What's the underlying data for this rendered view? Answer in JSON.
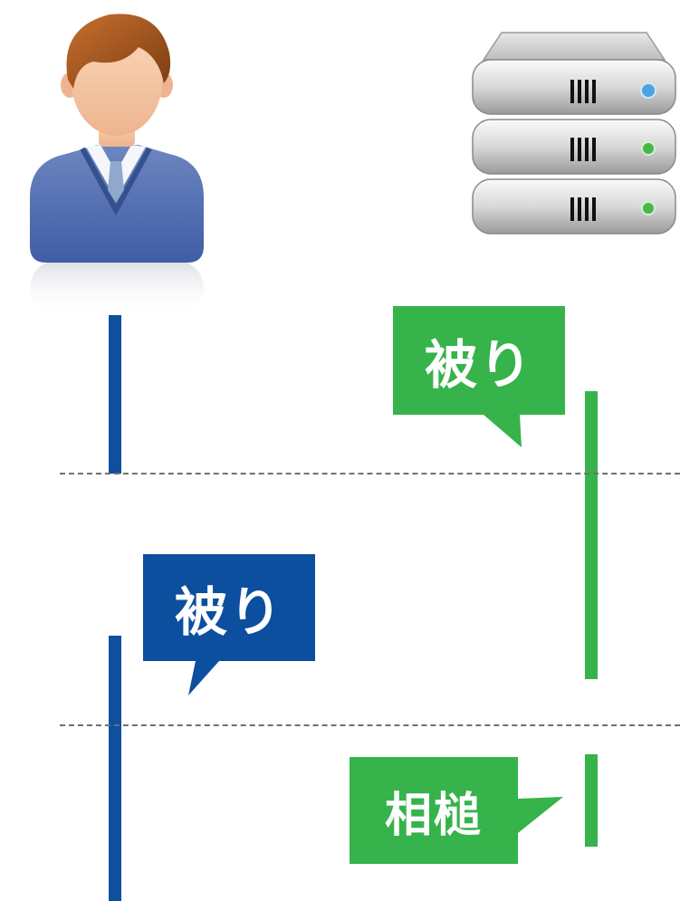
{
  "participants": {
    "user": {
      "icon": "user-avatar-icon",
      "color": "#0e4f9e"
    },
    "server": {
      "icon": "server-rack-icon",
      "color": "#36b34a"
    }
  },
  "messages": [
    {
      "id": "server-interrupt",
      "speaker": "server",
      "text": "被り",
      "color": "#36b34a"
    },
    {
      "id": "user-interrupt",
      "speaker": "user",
      "text": "被り",
      "color": "#0b4f9e"
    },
    {
      "id": "server-backchannel",
      "speaker": "server",
      "text": "相槌",
      "color": "#36b34a"
    }
  ]
}
